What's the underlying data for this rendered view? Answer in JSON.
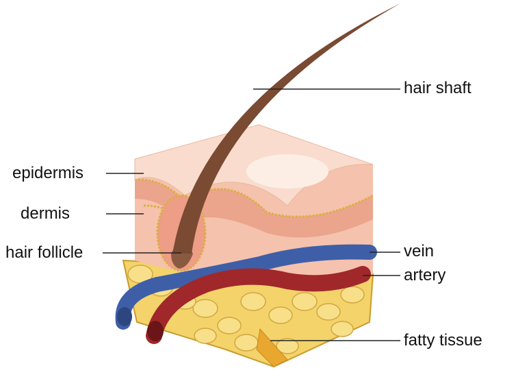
{
  "labels": {
    "hair_shaft": "hair shaft",
    "epidermis": "epidermis",
    "dermis": "dermis",
    "hair_follicle": "hair follicle",
    "vein": "vein",
    "artery": "artery",
    "fatty_tissue": "fatty tissue"
  },
  "colors": {
    "skin_top": "#f6c9b5",
    "dermis": "#f2b49c",
    "epidermis_band": "#e8907a",
    "fat": "#f3d36a",
    "vein": "#3e5fa8",
    "artery": "#a0282a",
    "hair": "#7a4a32"
  }
}
